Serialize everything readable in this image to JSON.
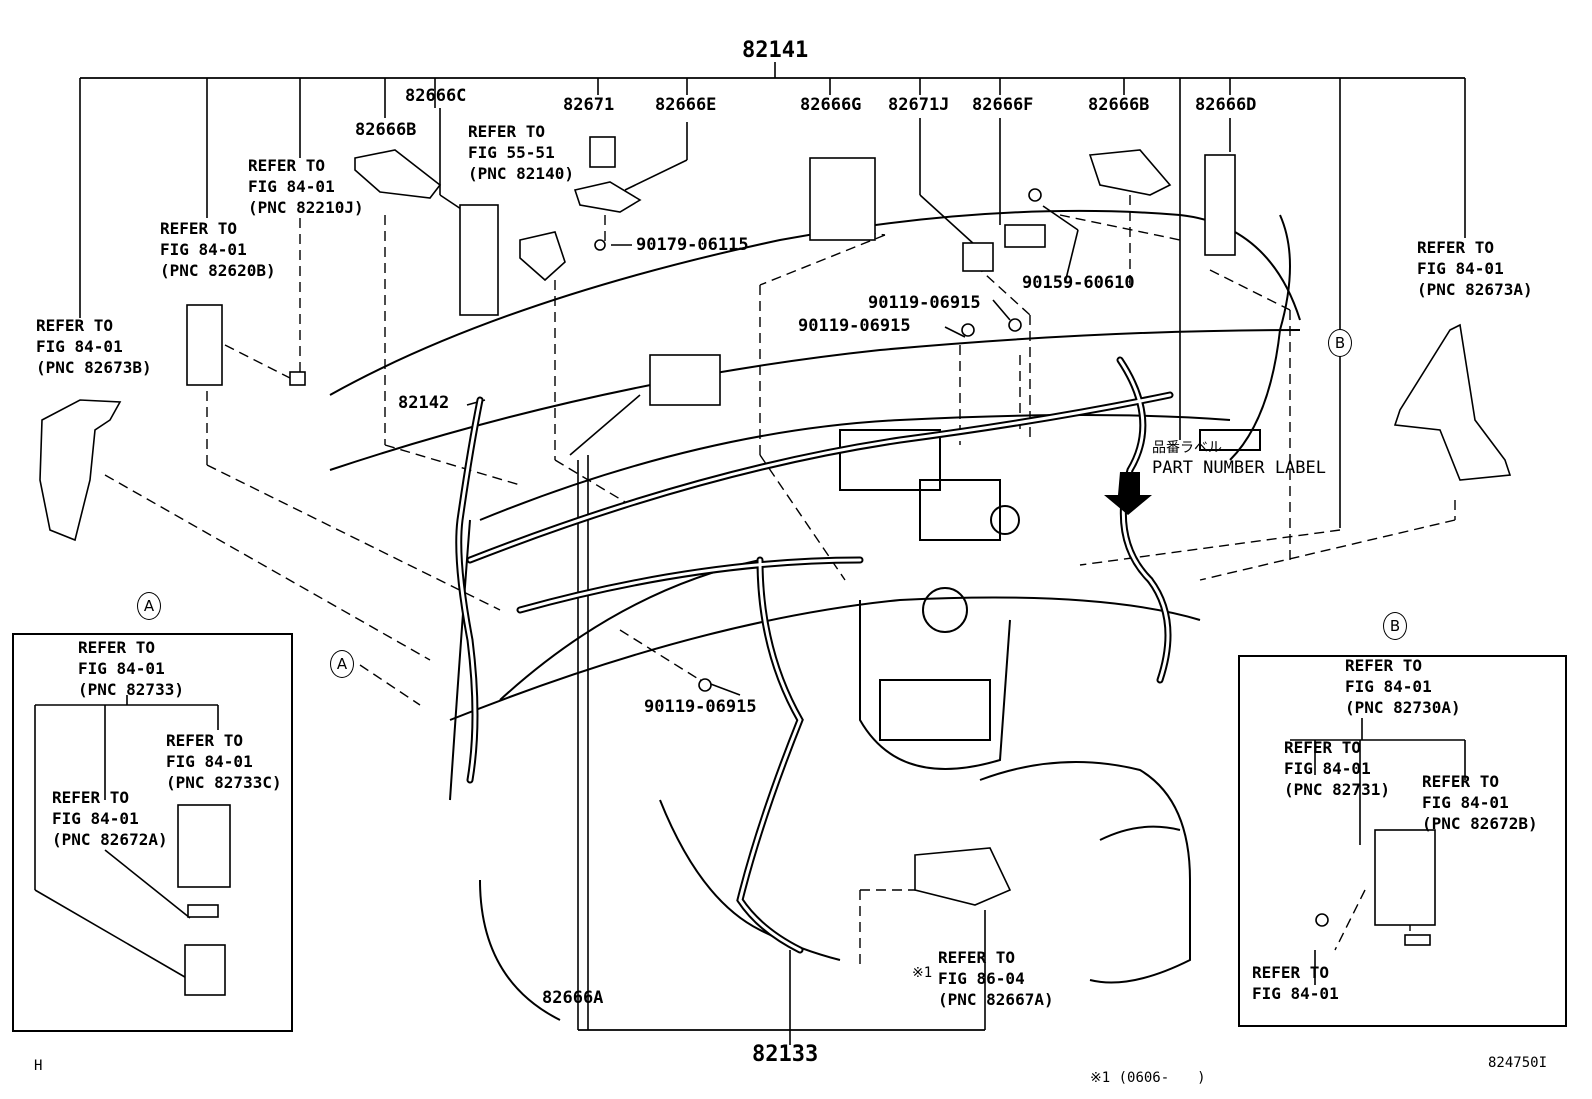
{
  "labels": {
    "main_harness": "82141",
    "floor_harness": "82133",
    "part_82142": "82142",
    "part_82666A": "82666A",
    "part_82666B_left": "82666B",
    "part_82666C": "82666C",
    "part_82671": "82671",
    "part_82666E": "82666E",
    "part_82666G": "82666G",
    "part_82671J": "82671J",
    "part_82666F": "82666F",
    "part_82666B_right": "82666B",
    "part_82666D": "82666D",
    "bolt_90179": "90179-06115",
    "bolt_90159": "90159-60610",
    "bolt_90119_a": "90119-06915",
    "bolt_90119_b": "90119-06915",
    "bolt_90119_c": "90119-06915",
    "part_number_label_jp": "品番ラベル",
    "part_number_label": "PART NUMBER LABEL",
    "note_mark": "※1",
    "footnote": "※1 (0606-　　)",
    "figure_id": "824750I",
    "corner_mark": "H"
  },
  "callouts": {
    "circle_a": "A",
    "circle_b": "B"
  },
  "refs": {
    "ref_82210J": [
      "REFER TO",
      "FIG 84-01",
      "(PNC 82210J)"
    ],
    "ref_82140": [
      "REFER TO",
      "FIG 55-51",
      "(PNC 82140)"
    ],
    "ref_82620B": [
      "REFER TO",
      "FIG 84-01",
      "(PNC 82620B)"
    ],
    "ref_82673B": [
      "REFER TO",
      "FIG 84-01",
      "(PNC 82673B)"
    ],
    "ref_82673A": [
      "REFER TO",
      "FIG 84-01",
      "(PNC 82673A)"
    ],
    "ref_86_04": [
      "REFER TO",
      "FIG 86-04",
      "(PNC 82667A)"
    ]
  },
  "inset_a": {
    "ref_82733": [
      "REFER TO",
      "FIG 84-01",
      "(PNC 82733)"
    ],
    "ref_82733C": [
      "REFER TO",
      "FIG 84-01",
      "(PNC 82733C)"
    ],
    "ref_82672A": [
      "REFER TO",
      "FIG 84-01",
      "(PNC 82672A)"
    ]
  },
  "inset_b": {
    "ref_82730A": [
      "REFER TO",
      "FIG 84-01",
      "(PNC 82730A)"
    ],
    "ref_82731": [
      "REFER TO",
      "FIG 84-01",
      "(PNC 82731)"
    ],
    "ref_82672B": [
      "REFER TO",
      "FIG 84-01",
      "(PNC 82672B)"
    ],
    "ref_bolt": [
      "REFER TO",
      "FIG 84-01"
    ]
  }
}
